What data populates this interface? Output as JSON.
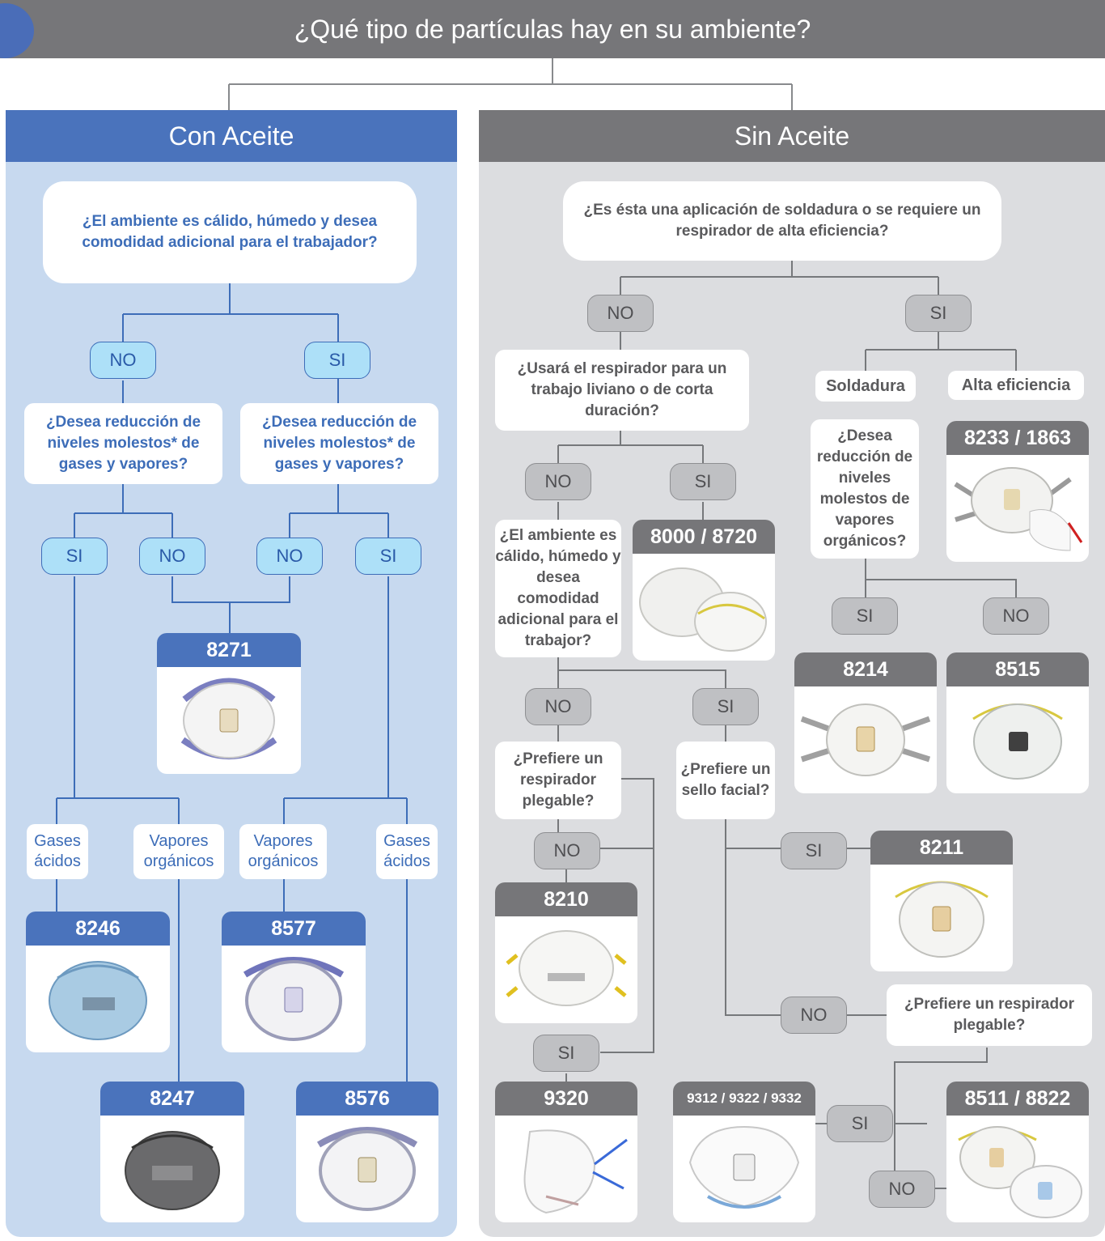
{
  "header": {
    "title": "¿Qué tipo de partículas hay en su ambiente?"
  },
  "left": {
    "title": "Con Aceite",
    "q1": "¿El ambiente es cálido, húmedo y desea comodidad adicional para el trabajador?",
    "no": "NO",
    "si": "SI",
    "q_reduce": "¿Desea reducción de niveles molestos* de gases y vapores?",
    "gases_acidos": "Gases ácidos",
    "vapores_organicos": "Vapores orgánicos",
    "products": {
      "p8271": "8271",
      "p8246": "8246",
      "p8577": "8577",
      "p8247": "8247",
      "p8576": "8576"
    }
  },
  "right": {
    "title": "Sin Aceite",
    "q1": "¿Es ésta una aplicación de soldadura o se requiere un respirador de alta eficiencia?",
    "no": "NO",
    "si": "SI",
    "q_liviano": "¿Usará el respirador para un trabajo liviano o de corta duración?",
    "q_calido": "¿El ambiente es cálido, húmedo y desea comodidad adicional para el trabajor?",
    "q_plegable": "¿Prefiere un respirador plegable?",
    "q_sello": "¿Prefiere un sello facial?",
    "q_plegable2": "¿Prefiere un respirador plegable?",
    "soldadura": "Soldadura",
    "alta": "Alta eficiencia",
    "q_vapores": "¿Desea reducción de niveles molestos de vapores orgánicos?",
    "products": {
      "p8000": "8000 / 8720",
      "p8233": "8233 / 1863",
      "p8214": "8214",
      "p8515": "8515",
      "p8211": "8211",
      "p8210": "8210",
      "p9320": "9320",
      "p9312": "9312 / 9322 / 9332",
      "p8511": "8511 / 8822"
    }
  },
  "colors": {
    "blue": "#4a73bc",
    "gray": "#767679",
    "pill_blue": "#ade0f8",
    "pill_gray": "#bfc0c3"
  }
}
